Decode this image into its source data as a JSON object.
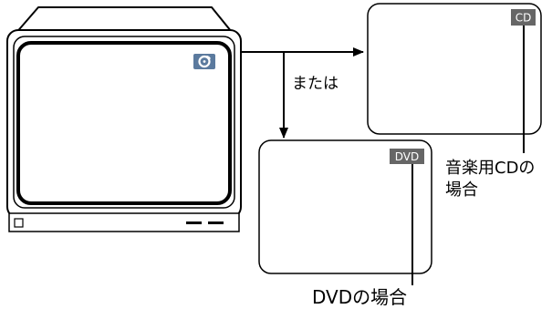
{
  "connector_label": "または",
  "cd_screen": {
    "badge": "CD",
    "caption_line1": "音楽用CDの",
    "caption_line2": "場合"
  },
  "dvd_screen": {
    "badge": "DVD",
    "caption": "DVDの場合"
  },
  "tv": {
    "disc_icon": "disc-icon"
  }
}
